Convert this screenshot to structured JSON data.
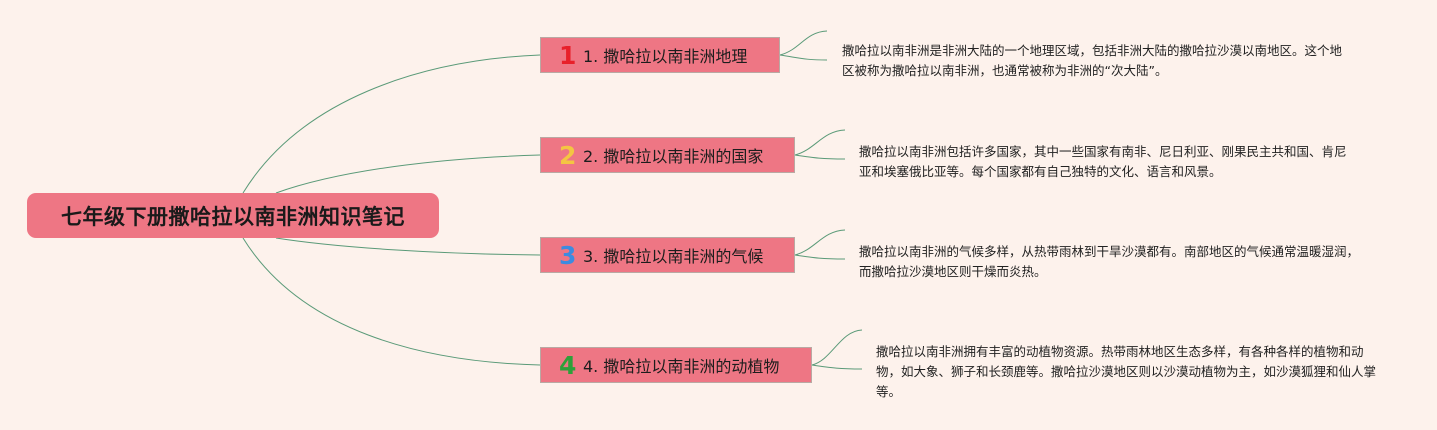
{
  "root": {
    "title": "七年级下册撒哈拉以南非洲知识笔记"
  },
  "branches": [
    {
      "number": "1",
      "label": "1. 撒哈拉以南非洲地理",
      "note": "撒哈拉以南非洲是非洲大陆的一个地理区域，包括非洲大陆的撒哈拉沙漠以南地区。这个地区被称为撒哈拉以南非洲，也通常被称为非洲的“次大陆”。",
      "badge_color": "#e8202a"
    },
    {
      "number": "2",
      "label": "2. 撒哈拉以南非洲的国家",
      "note": "撒哈拉以南非洲包括许多国家，其中一些国家有南非、尼日利亚、刚果民主共和国、肯尼亚和埃塞俄比亚等。每个国家都有自己独特的文化、语言和风景。",
      "badge_color": "#f4c542"
    },
    {
      "number": "3",
      "label": "3. 撒哈拉以南非洲的气候",
      "note": "撒哈拉以南非洲的气候多样，从热带雨林到干旱沙漠都有。南部地区的气候通常温暖湿润，而撒哈拉沙漠地区则干燥而炎热。",
      "badge_color": "#3d8be0"
    },
    {
      "number": "4",
      "label": "4. 撒哈拉以南非洲的动植物",
      "note": "撒哈拉以南非洲拥有丰富的动植物资源。热带雨林地区生态多样，有各种各样的植物和动物，如大象、狮子和长颈鹿等。撒哈拉沙漠地区则以沙漠动植物为主，如沙漠狐狸和仙人掌等。",
      "badge_color": "#2ea03a"
    }
  ],
  "colors": {
    "background": "#fdf2ec",
    "node_fill": "#ee7684",
    "connector": "#5a9a78"
  }
}
